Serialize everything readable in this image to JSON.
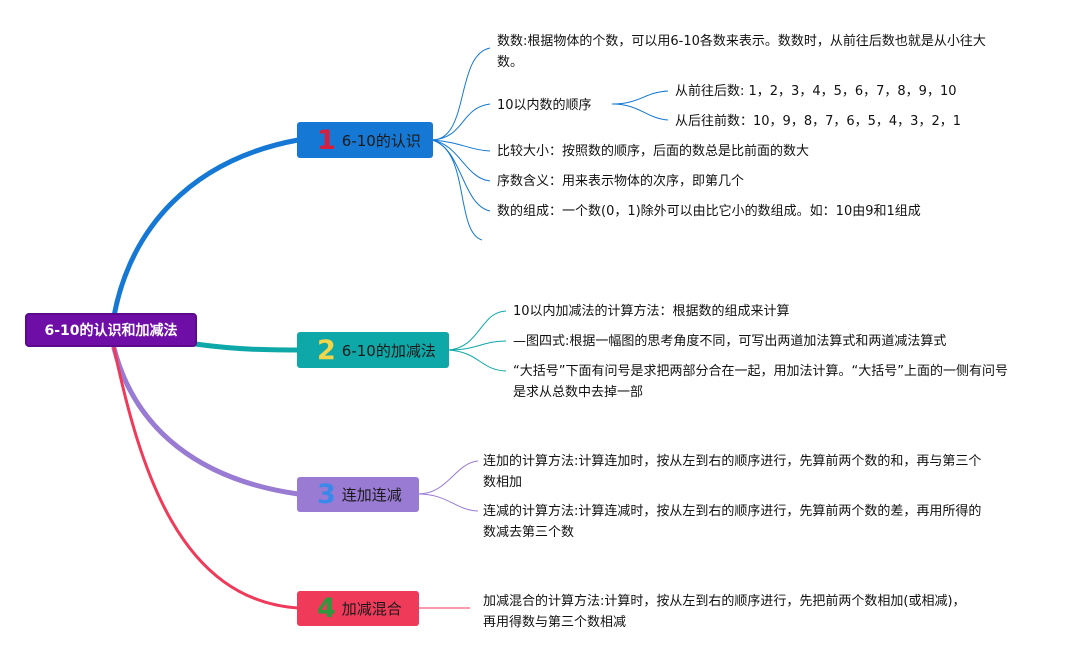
{
  "root": {
    "label": "6-10的认识和加减法"
  },
  "branches": [
    {
      "num": "1",
      "title": "6-10的认识",
      "color": "#1478d4",
      "num_color": "#d81e3c",
      "items": [
        "数数:根据物体的个数，可以用6-10各数来表示。数数时，从前往后数也就是从小往大数。",
        "10以内数的顺序",
        "比较大小：按照数的顺序，后面的数总是比前面的数大",
        "序数含义：用来表示物体的次序，即第几个",
        "数的组成：一个数(0，1)除外可以由比它小的数组成。如：10由9和1组成"
      ],
      "sub_items": [
        "从前往后数: 1，2，3，4，5，6，7，8，9，10",
        "从后往前数：10，9，8，7，6，5，4，3，2，1"
      ]
    },
    {
      "num": "2",
      "title": "6-10的加减法",
      "color": "#0fa8a8",
      "num_color": "#f1d54a",
      "items": [
        "10以内加减法的计算方法：根据数的组成来计算",
        "—图四式:根据一幅图的思考角度不同，可写出两道加法算式和两道减法算式",
        "“大括号”下面有问号是求把两部分合在一起，用加法计算。“大括号”上面的一侧有问号是求从总数中去掉一部"
      ]
    },
    {
      "num": "3",
      "title": "连加连减",
      "color": "#9a7bd3",
      "num_color": "#3a88ea",
      "items": [
        "连加的计算方法:计算连加时，按从左到右的顺序进行，先算前两个数的和，再与第三个数相加",
        "连减的计算方法:计算连减时，按从左到右的顺序进行，先算前两个数的差，再用所得的数减去第三个数"
      ]
    },
    {
      "num": "4",
      "title": "加减混合",
      "color": "#ef3a5a",
      "num_color": "#2c9a3c",
      "items": [
        "加减混合的计算方法:计算时，按从左到右的顺序进行，先把前两个数相加(或相减)，再用得数与第三个数相减"
      ]
    }
  ],
  "colors": {
    "root": "#6e0ea7",
    "branch1_link": "#1478d4",
    "branch2_link": "#0fa8a8",
    "branch3_link": "#9a7bd3",
    "branch4_link": "#ef3a5a"
  }
}
